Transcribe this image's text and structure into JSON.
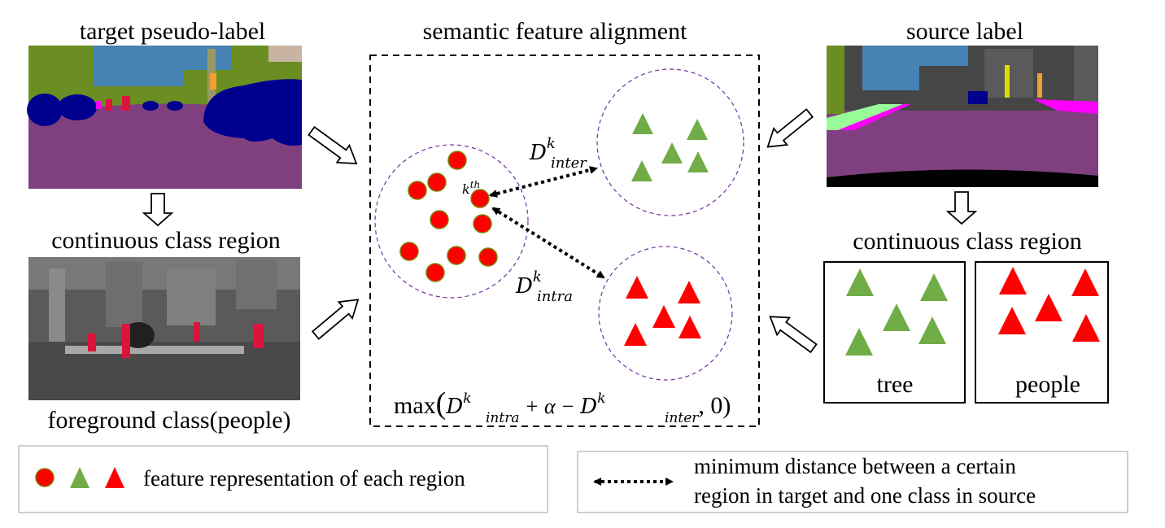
{
  "labels": {
    "target_pseudo_label": "target pseudo-label",
    "semantic_feature_alignment": "semantic feature alignment",
    "source_label": "source label",
    "continuous_class_region_left": "continuous class region",
    "continuous_class_region_right": "continuous class region",
    "foreground_class": "foreground class(people)",
    "tree": "tree",
    "people": "people"
  },
  "math": {
    "kth": "k",
    "kth_sup": "th",
    "d_inter_base": "D",
    "d_inter_sup": "k",
    "d_inter_sub": "inter",
    "d_intra_base": "D",
    "d_intra_sup": "k",
    "d_intra_sub": "intra",
    "loss_prefix": "max",
    "loss_d1_base": "D",
    "loss_d1_sup": "k",
    "loss_d1_sub": "intra",
    "loss_plus_alpha": " + α − ",
    "loss_d2_base": "D",
    "loss_d2_sup": "k",
    "loss_d2_sub": "inter",
    "loss_suffix": ", 0)"
  },
  "legend": {
    "shapes_text": "feature representation of each region",
    "arrow_text_line1": "minimum distance between a certain",
    "arrow_text_line2": "region in target and one class in source"
  },
  "colors": {
    "green": "#70ad47",
    "red": "#ff0000",
    "circle_outline": "#7030a0",
    "road": "#80407f",
    "vegetation": "#6b8e23",
    "sky": "#4682b4",
    "car": "#00008e"
  }
}
